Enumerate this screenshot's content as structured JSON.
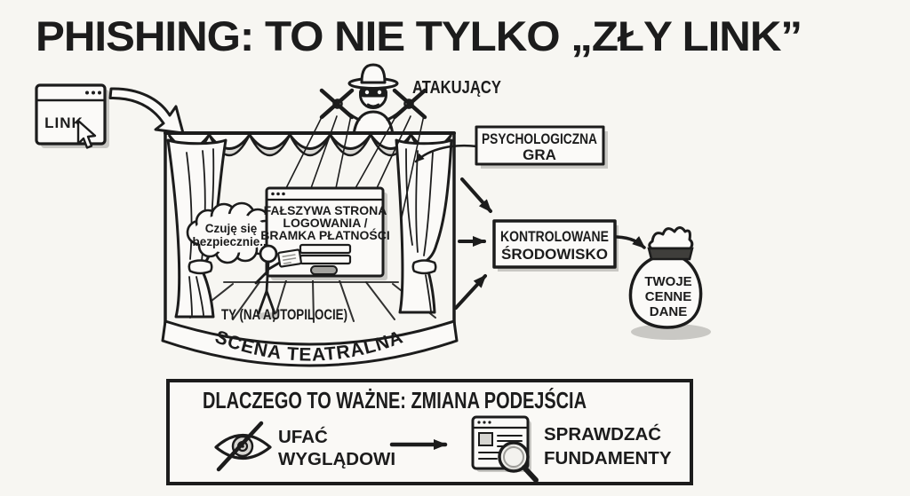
{
  "colors": {
    "paper": "#f7f6f2",
    "ink": "#1c1c1c",
    "shape_fill": "#fbfaf8",
    "shadow": "#c9c8c4",
    "gray_fill": "#d6d5d1",
    "button_gray": "#a3a29e"
  },
  "title": "PHISHING: TO NIE TYLKO „ZŁY LINK”",
  "link_window": {
    "label": "LINK"
  },
  "attacker": {
    "label": "ATAKUJĄCY"
  },
  "psych_box": {
    "line1": "PSYCHOLOGICZNA",
    "line2": "GRA"
  },
  "fake_page": {
    "line1": "FAŁSZYWA STRONA",
    "line2": "LOGOWANIA /",
    "line3": "BRAMKA PŁATNOŚCI"
  },
  "thought_bubble": {
    "line1": "Czuję się",
    "line2": "bezpiecznie..."
  },
  "you_label": "TY (NA AUTOPILOCIE)",
  "stage_label": "SCENA TEATRALNA",
  "controlled_box": {
    "line1": "KONTROLOWANE",
    "line2": "ŚRODOWISKO"
  },
  "money_bag": {
    "line1": "TWOJE",
    "line2": "CENNE",
    "line3": "DANE"
  },
  "panel": {
    "title": "DLACZEGO TO WAŻNE: ZMIANA PODEJŚCIA",
    "old_way": {
      "line1": "UFAĆ",
      "line2": "WYGLĄDOWI"
    },
    "new_way": {
      "line1": "SPRAWDZAĆ",
      "line2": "FUNDAMENTY"
    }
  }
}
